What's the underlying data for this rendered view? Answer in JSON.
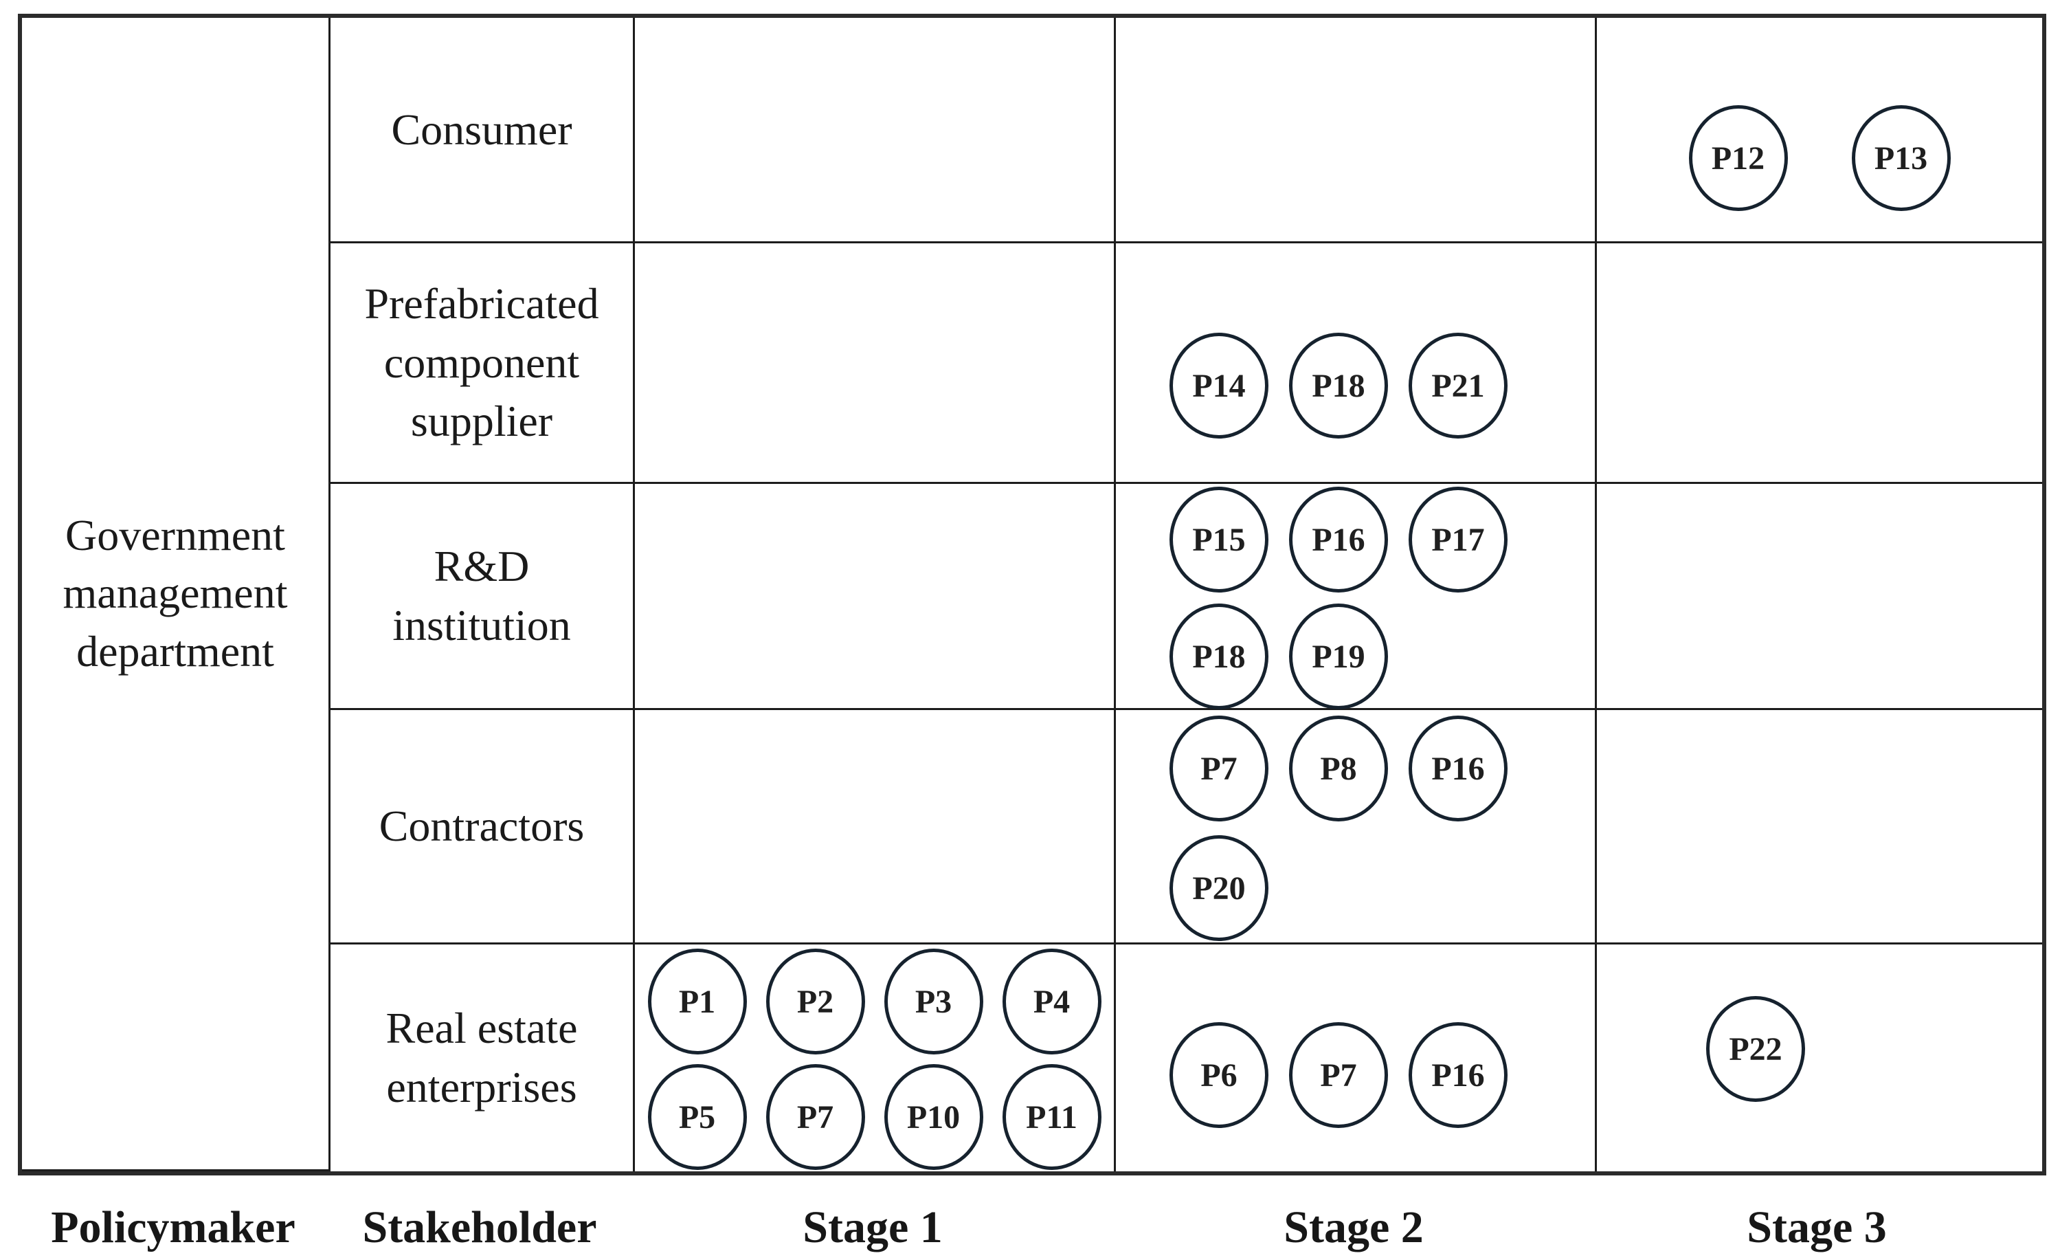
{
  "figure_type": "policy-stakeholder-stage matrix",
  "colors": {
    "background": "#ffffff",
    "grid_line": "#1d1d1d",
    "outer_border": "#2b2b2b",
    "circle_outline": "#16222e",
    "text": "#1a1a1a"
  },
  "policymaker": {
    "label": "Government management department"
  },
  "matrix": {
    "consumer": {
      "label": "Consumer",
      "stage3": [
        "P12",
        "P13"
      ]
    },
    "prefab": {
      "label": "Prefabricated component supplier",
      "stage2": [
        "P14",
        "P18",
        "P21"
      ]
    },
    "rd": {
      "label": "R&D institution",
      "stage2_row1": [
        "P15",
        "P16",
        "P17"
      ],
      "stage2_row2": [
        "P18",
        "P19"
      ]
    },
    "contractors": {
      "label": "Contractors",
      "stage2_row1": [
        "P7",
        "P8",
        "P16"
      ],
      "stage2_row2": [
        "P20"
      ]
    },
    "realestate": {
      "label": "Real estate enterprises",
      "stage1_row1": [
        "P1",
        "P2",
        "P3",
        "P4"
      ],
      "stage1_row2": [
        "P5",
        "P7",
        "P10",
        "P11"
      ],
      "stage2": [
        "P6",
        "P7",
        "P16"
      ],
      "stage3": [
        "P22"
      ]
    }
  },
  "footer": {
    "policymaker": "Policymaker",
    "stakeholder": "Stakeholder",
    "stage1": "Stage 1",
    "stage2": "Stage 2",
    "stage3": "Stage 3"
  }
}
